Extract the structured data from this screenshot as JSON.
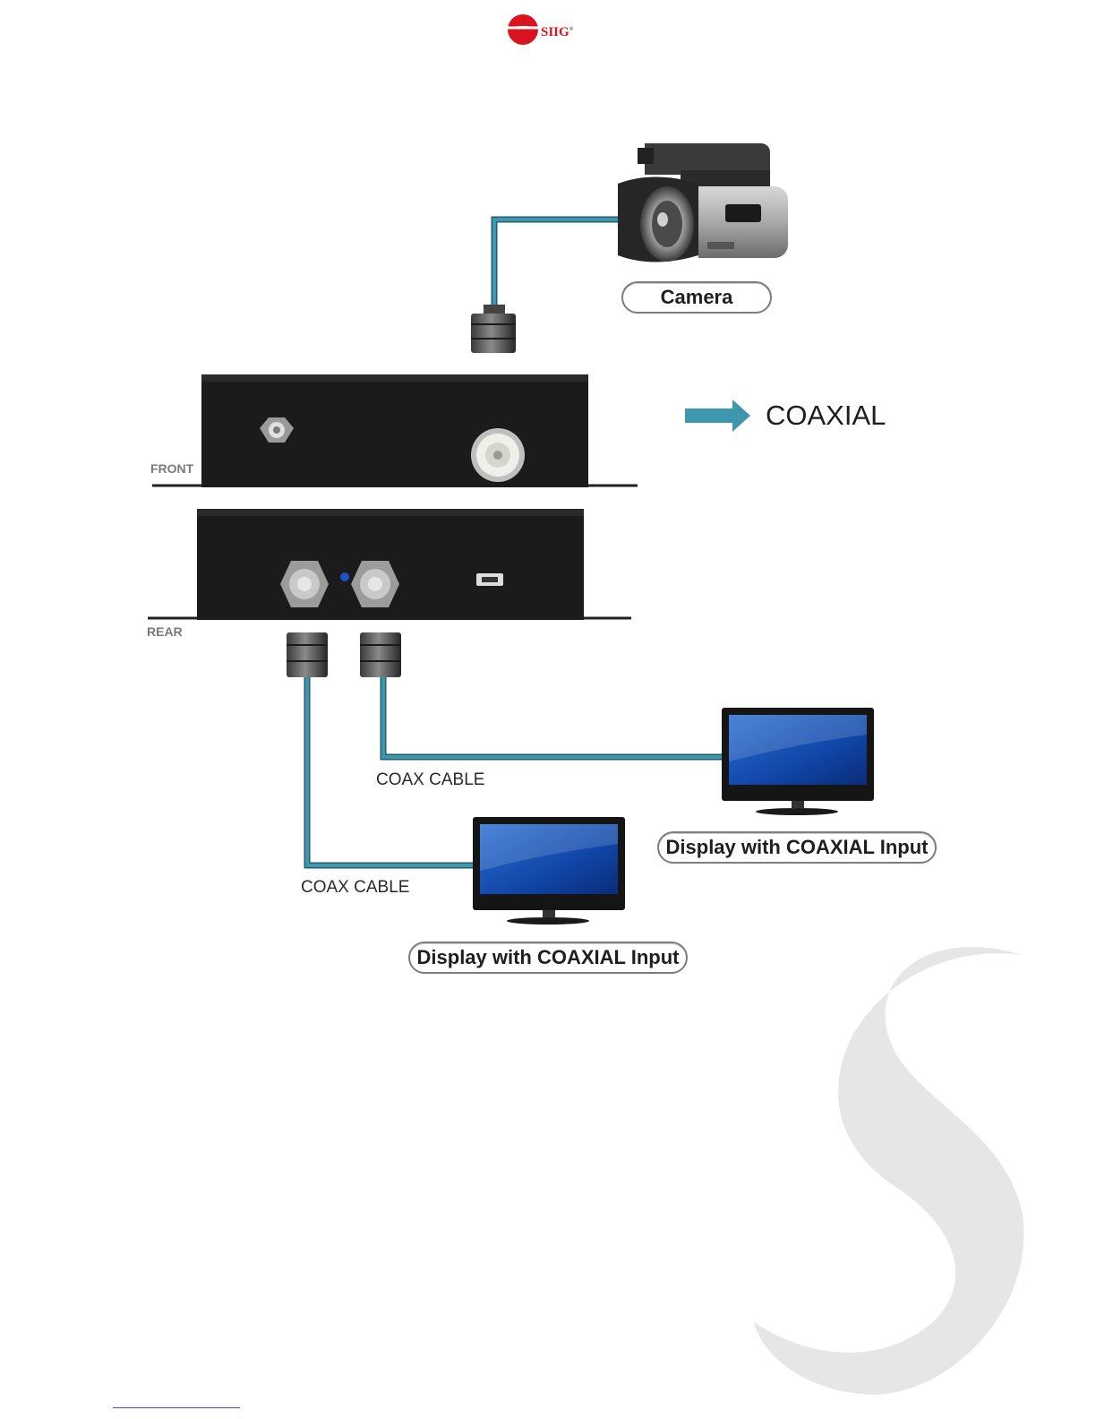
{
  "header": {
    "logo_text": "SIIG",
    "logo_mark": "®"
  },
  "diagram": {
    "camera_label": "Camera",
    "legend_label": "COAXIAL",
    "front_label": "FRONT",
    "rear_label": "REAR",
    "cable_label_upper": "COAX CABLE",
    "cable_label_lower": "COAX CABLE",
    "display_label_right": "Display with COAXIAL Input",
    "display_label_left": "Display with COAXIAL Input"
  },
  "colors": {
    "cable": "#3f97ad",
    "device": "#1b1b1b",
    "brand": "#d7141f",
    "watermark": "#e3e3e3"
  },
  "icons": [
    "siig-logo-icon",
    "camera-icon",
    "bnc-connector-icon",
    "monitor-icon",
    "arrow-right-icon"
  ]
}
